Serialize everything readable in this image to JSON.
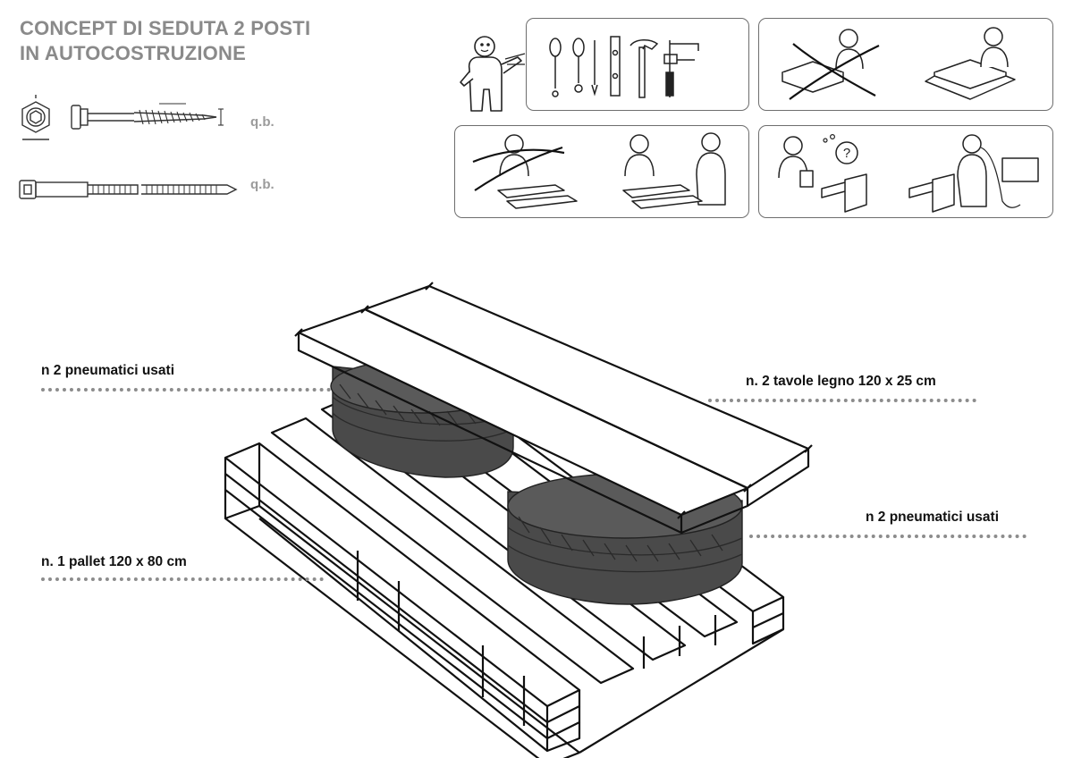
{
  "header": {
    "title_line1": "CONCEPT DI SEDUTA 2 POSTI",
    "title_line2": "IN AUTOCOSTRUZIONE"
  },
  "hardware": [
    {
      "icon": "hex-screw-icon",
      "quantity": "q.b."
    },
    {
      "icon": "cable-tie-icon",
      "quantity": "q.b."
    }
  ],
  "instruction_panels": [
    {
      "icon": "tools-needed-icon"
    },
    {
      "icon": "protect-surface-icon"
    },
    {
      "icon": "two-person-lift-icon"
    },
    {
      "icon": "ask-for-help-icon",
      "glyph": "?"
    }
  ],
  "callouts": {
    "tires_left": "n 2 pneumatici usati",
    "boards": "n. 2 tavole legno 120 x 25 cm",
    "tires_right": "n 2 pneumatici usati",
    "pallet": "n. 1 pallet 120 x 80 cm"
  },
  "colors": {
    "title": "#8a8a8a",
    "tire": "#4a4a4a",
    "line": "#111111",
    "leader": "#8c8c8c"
  }
}
